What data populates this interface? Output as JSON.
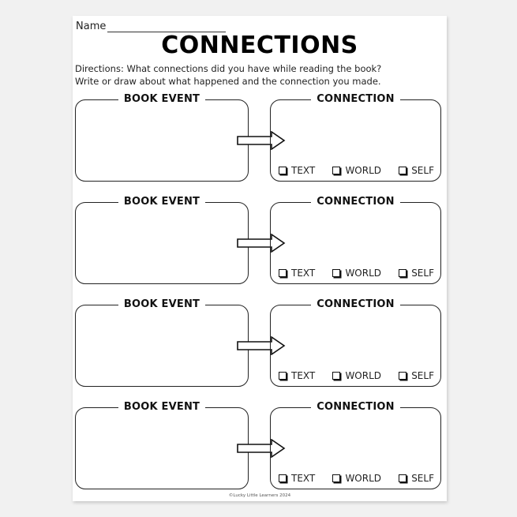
{
  "worksheet": {
    "name_label": "Name",
    "title": "CONNECTIONS",
    "directions": [
      "Directions: What connections did you have while reading the book?",
      "Write or draw about what happened and the connection you made."
    ],
    "event_label": "BOOK EVENT",
    "connection_label": "CONNECTION",
    "options": [
      "TEXT",
      "WORLD",
      "SELF"
    ],
    "footer": "©Lucky Little Learners 2024"
  }
}
